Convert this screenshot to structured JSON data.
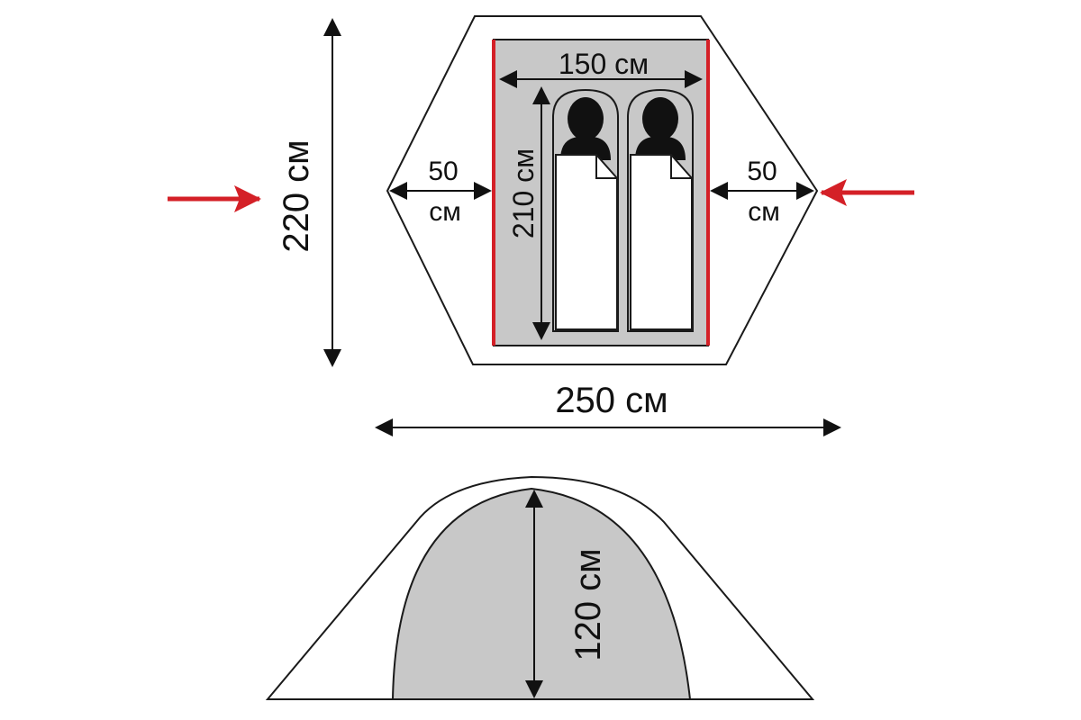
{
  "diagram": {
    "colors": {
      "outline": "#1a1a1a",
      "floor": "#c8c8c8",
      "entrance_red": "#d42027",
      "sleeping_bag": "#ffffff",
      "person": "#111111"
    },
    "top_view": {
      "overall_depth_label": "220 см",
      "overall_width_label": "250 см",
      "inner_width_label": "150 см",
      "inner_length_label": "210 см",
      "vestibule_left": {
        "value": "50",
        "unit": "см"
      },
      "vestibule_right": {
        "value": "50",
        "unit": "см"
      }
    },
    "side_view": {
      "height_label": "120 см"
    }
  }
}
